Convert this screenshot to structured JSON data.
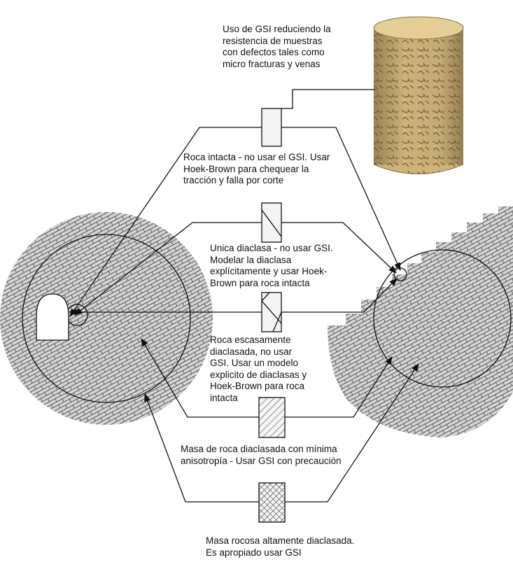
{
  "labels": {
    "core": [
      "Uso de GSI reduciendo la",
      "resistencia de muestras",
      "con defectos tales como",
      "micro fracturas y venas"
    ],
    "intact": [
      "Roca intacta - no usar el GSI. Usar",
      "Hoek-Brown para chequear la",
      "tracción y falla por corte"
    ],
    "single_joint": [
      "Unica diaclasa - no usar GSI.",
      "Modelar la diaclasa",
      "explícitamente y usar Hoek-",
      "Brown para roca intacta"
    ],
    "few_joints": [
      "Roca escasamente",
      "diaclasada, no usar",
      "GSI. Usar un modelo",
      "explicito de diaclasas y",
      "Hoek-Brown para roca",
      "intacta"
    ],
    "jointed_mass": [
      "Masa de roca diaclasada con mínima",
      "anisotropía - Usar GSI con precaución"
    ],
    "heavily_jointed": [
      "Masa rocosa altamente diaclasada.",
      "Es apropiado usar GSI"
    ]
  },
  "colors": {
    "line": "#111111",
    "hatch": "#555555",
    "hatch_bg": "#d4d4d4",
    "core_base": "#cdb27a",
    "core_dark": "#6e5a33",
    "box_fill": "#f4f4f4"
  }
}
